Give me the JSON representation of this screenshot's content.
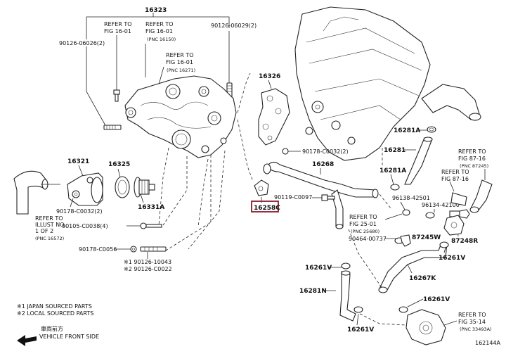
{
  "labels": {
    "p16323": "16323",
    "refer1_a": "REFER TO",
    "refer1_b": "FIG 16-01",
    "refer2_a": "REFER TO",
    "refer2_b": "FIG 16-01",
    "refer2_c": "(PNC 16150)",
    "refer3_a": "REFER TO",
    "refer3_b": "FIG 16-01",
    "refer3_c": "(PNC 16271)",
    "p90126_06026": "90126-06026(2)",
    "p90126_06029": "90126-06029(2)",
    "p16326": "16326",
    "p16321": "16321",
    "p16325": "16325",
    "p16331A": "16331A",
    "p90178_c0032_a": "90178-C0032(2)",
    "refer_illust_a": "REFER TO",
    "refer_illust_b": "ILLUST NO.",
    "refer_illust_c": "1 OF 2",
    "refer_illust_d": "(PNC 16572)",
    "p90105": "90105-C0038(4)",
    "p90178_c0056": "90178-C0056",
    "note_90126_10043": "※1 90126-10043",
    "note_90126_c0022": "※2 90126-C0022",
    "p90178_c0032_b": "90178-C0032(2)",
    "p16268": "16268",
    "p90119": "90119-C0097",
    "p16258C": "16258C",
    "p16281A_top": "16281A",
    "p16281_top": "16281",
    "p16281A_mid": "16281A",
    "p96138": "96138-42501",
    "p96134": "96134-42100",
    "refer4_a": "REFER TO",
    "refer4_b": "FIG 25-01",
    "refer4_c": "(PNC 25680)",
    "p87245W": "87245W",
    "p87248R": "87248R",
    "p90464": "90464-00737",
    "p16261V_a": "16261V",
    "p16261V_b": "16261V",
    "p16261V_c": "16261V",
    "p16261V_d": "16261V",
    "p16267K": "16267K",
    "p16281N": "16281N",
    "refer5_a": "REFER TO",
    "refer5_b": "FIG 87-16",
    "refer5_c": "(PNC 87245)",
    "refer6_a": "REFER TO",
    "refer6_b": "FIG 87-16",
    "refer7_a": "REFER TO",
    "refer7_b": "FIG 35-14",
    "refer7_c": "(PNC 33493A)",
    "note_japan": "※1 JAPAN SOURCED PARTS",
    "note_local": "※2 LOCAL SOURCED PARTS",
    "front_jp": "車両前方",
    "front_en": "VEHICLE FRONT SIDE",
    "diagram_id": "162144A"
  },
  "highlight_color": "#8b1a2b"
}
